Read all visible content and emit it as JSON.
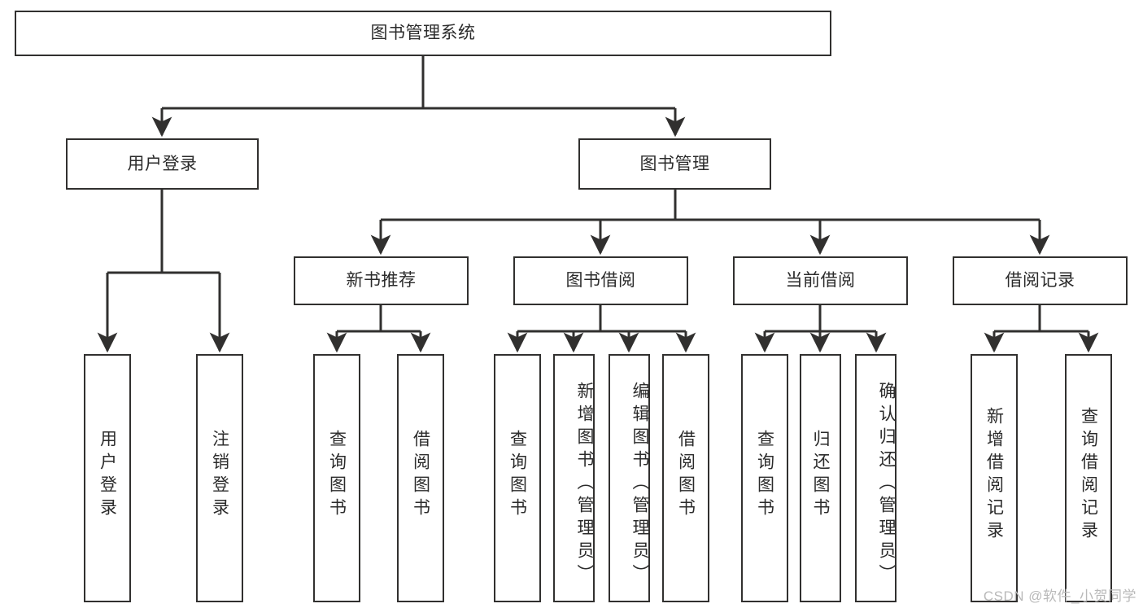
{
  "diagram": {
    "title": "图书管理系统",
    "type": "tree-hierarchy",
    "colors": {
      "box_border": "#31302f",
      "box_fill": "#ffffff",
      "edge": "#31302f",
      "text": "#2b2b2b",
      "background": "#ffffff",
      "watermark": "#b9b9b9"
    },
    "levels": {
      "root": "图书管理系统",
      "level2": [
        "用户登录",
        "图书管理"
      ],
      "level3": [
        "新书推荐",
        "图书借阅",
        "当前借阅",
        "借阅记录"
      ]
    },
    "nodes": {
      "root": {
        "label": "图书管理系统"
      },
      "user_login": {
        "label": "用户登录"
      },
      "book_manage": {
        "label": "图书管理"
      },
      "new_book_rec": {
        "label": "新书推荐"
      },
      "book_borrow": {
        "label": "图书借阅"
      },
      "current_borrow": {
        "label": "当前借阅"
      },
      "borrow_record": {
        "label": "借阅记录"
      },
      "leaf_user_login": {
        "label": "用户登录"
      },
      "leaf_logout": {
        "label": "注销登录"
      },
      "leaf_query_book_1": {
        "label": "查询图书"
      },
      "leaf_borrow_book_1": {
        "label": "借阅图书"
      },
      "leaf_query_book_2": {
        "label": "查询图书"
      },
      "leaf_add_book_admin": {
        "label": "新增图书（管理员）"
      },
      "leaf_edit_book_admin": {
        "label": "编辑图书（管理员）"
      },
      "leaf_borrow_book_2": {
        "label": "借阅图书"
      },
      "leaf_query_book_3": {
        "label": "查询图书"
      },
      "leaf_return_book": {
        "label": "归还图书"
      },
      "leaf_confirm_return_admin": {
        "label": "确认归还（管理员）"
      },
      "leaf_add_borrow_record": {
        "label": "新增借阅记录"
      },
      "leaf_query_borrow_record": {
        "label": "查询借阅记录"
      }
    },
    "tree": [
      {
        "label": "图书管理系统",
        "children": [
          {
            "label": "用户登录",
            "children": [
              {
                "label": "用户登录"
              },
              {
                "label": "注销登录"
              }
            ]
          },
          {
            "label": "图书管理",
            "children": [
              {
                "label": "新书推荐",
                "children": [
                  {
                    "label": "查询图书"
                  },
                  {
                    "label": "借阅图书"
                  }
                ]
              },
              {
                "label": "图书借阅",
                "children": [
                  {
                    "label": "查询图书"
                  },
                  {
                    "label": "新增图书（管理员）"
                  },
                  {
                    "label": "编辑图书（管理员）"
                  },
                  {
                    "label": "借阅图书"
                  }
                ]
              },
              {
                "label": "当前借阅",
                "children": [
                  {
                    "label": "查询图书"
                  },
                  {
                    "label": "归还图书"
                  },
                  {
                    "label": "确认归还（管理员）"
                  }
                ]
              },
              {
                "label": "借阅记录",
                "children": [
                  {
                    "label": "新增借阅记录"
                  },
                  {
                    "label": "查询借阅记录"
                  }
                ]
              }
            ]
          }
        ]
      }
    ],
    "watermark": "CSDN @软件_小贺同学"
  }
}
